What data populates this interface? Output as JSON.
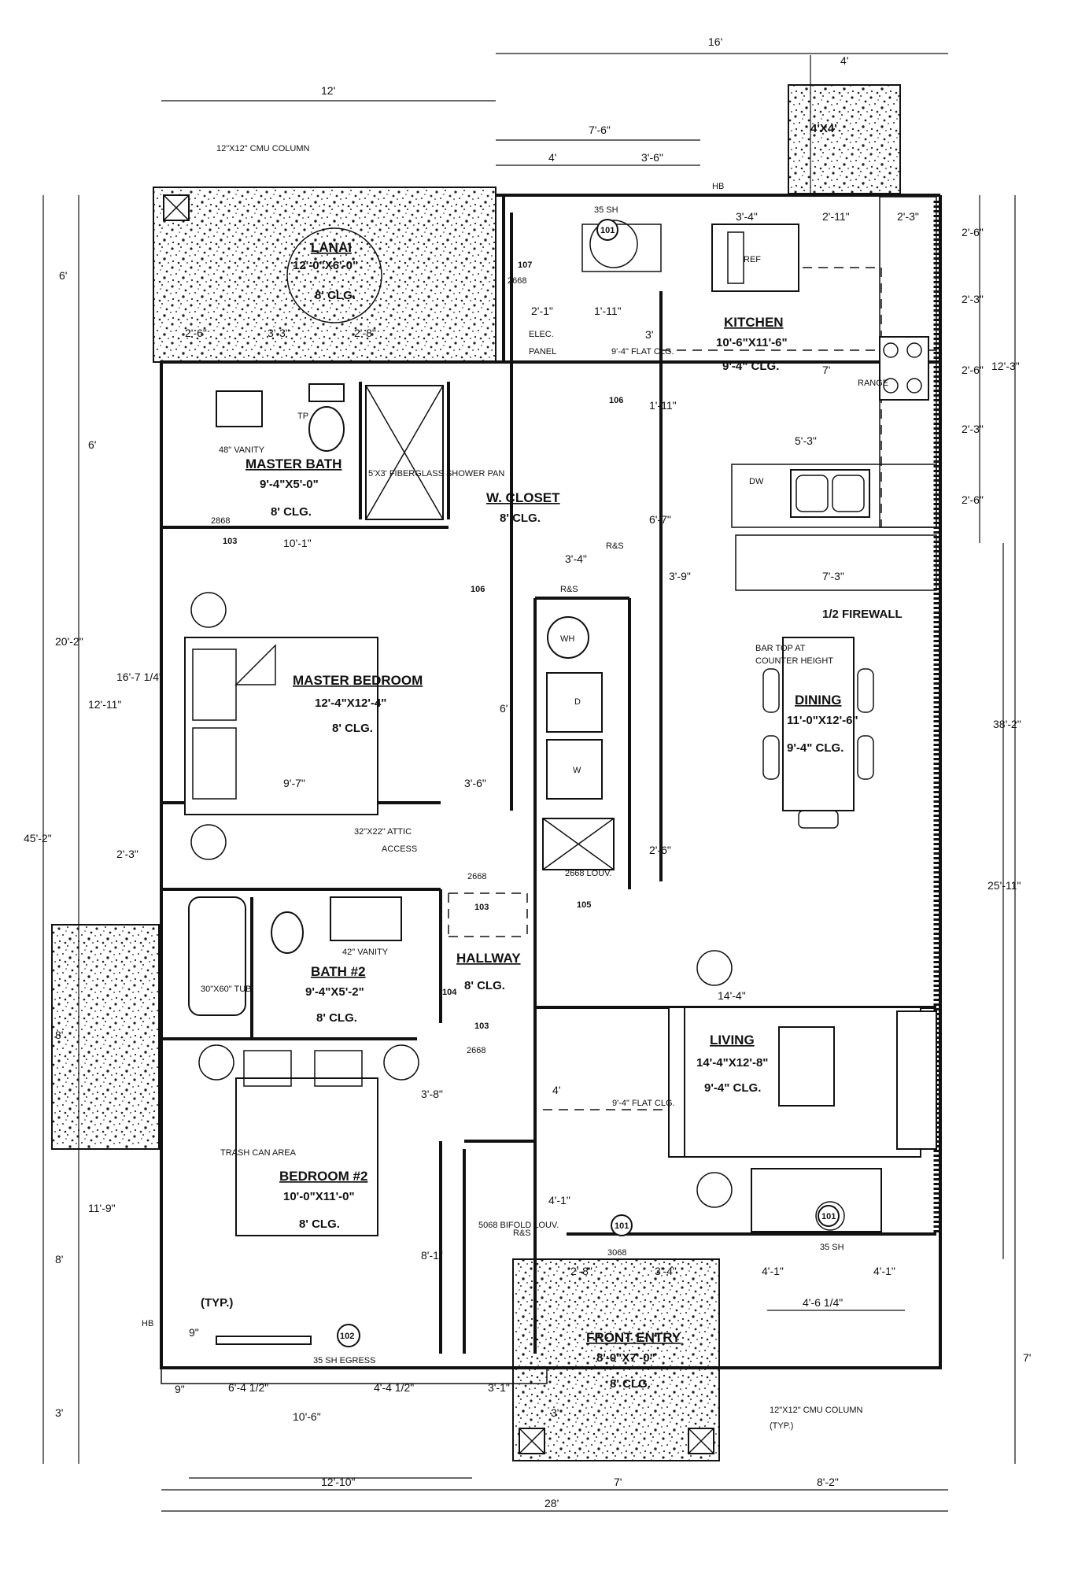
{
  "rooms": {
    "lanai": {
      "name": "LANAI",
      "size": "12'-0\"X6'-0\"",
      "clg": "8' CLG."
    },
    "master_bath": {
      "name": "MASTER BATH",
      "size": "9'-4\"X5'-0\"",
      "clg": "8' CLG."
    },
    "closet": {
      "name": "W. CLOSET",
      "clg": "8' CLG."
    },
    "kitchen": {
      "name": "KITCHEN",
      "size": "10'-6\"X11'-6\"",
      "clg": "9'-4\" CLG."
    },
    "master_bedroom": {
      "name": "MASTER BEDROOM",
      "size": "12'-4\"X12'-4\"",
      "clg": "8' CLG."
    },
    "dining": {
      "name": "DINING",
      "size": "11'-0\"X12'-6\"",
      "clg": "9'-4\" CLG."
    },
    "bath2": {
      "name": "BATH #2",
      "size": "9'-4\"X5'-2\"",
      "clg": "8' CLG."
    },
    "hallway": {
      "name": "HALLWAY",
      "clg": "8' CLG."
    },
    "living": {
      "name": "LIVING",
      "size": "14'-4\"X12'-8\"",
      "clg": "9'-4\" CLG."
    },
    "bedroom2": {
      "name": "BEDROOM #2",
      "size": "10'-0\"X11'-0\"",
      "clg": "8' CLG."
    },
    "front_entry": {
      "name": "FRONT ENTRY",
      "size": "8'-0\"X7'-0\"",
      "clg": "8' CLG."
    },
    "small_pad": {
      "name": "4'X4'"
    }
  },
  "notes": {
    "cmu_top": "12\"X12\" CMU COLUMN",
    "cmu_bottom": "12\"X12\" CMU COLUMN",
    "typ": "(TYP.)",
    "typ2": "(TYP.)",
    "firewall": "1/2 FIREWALL",
    "bar_top": "BAR TOP AT",
    "counter": "COUNTER HEIGHT",
    "attic": "32\"X22\" ATTIC",
    "access": "ACCESS",
    "trash": "TRASH CAN AREA",
    "flat_clg": "9'-4\" FLAT CLG.",
    "flat_clg2": "9'-4\" FLAT CLG.",
    "vanity48": "48\" VANITY",
    "vanity42": "42\" VANITY",
    "tub": "30\"X60\" TUB",
    "elec": "ELEC.",
    "panel": "PANEL",
    "dw": "DW",
    "ref": "REF",
    "range": "RANGE",
    "wh": "WH",
    "d": "D",
    "w": "W",
    "hb": "HB",
    "hb2": "HB",
    "tp": "TP",
    "sh35": "35 SH",
    "sh35b": "35 SH",
    "egress": "35 SH EGRESS",
    "louv": "2668 LOUV.",
    "bifold": "5068 BIFOLD LOUV.",
    "rs1": "R&S",
    "rs2": "R&S",
    "rs3": "R&S",
    "shower": "5'X3' FIBERGLASS SHOWER PAN",
    "door3068": "3068",
    "door2868": "2868",
    "door2668": "2668",
    "door2668b": "2668",
    "door2668c": "2668"
  },
  "tags": {
    "t101a": "101",
    "t101b": "101",
    "t101c": "101",
    "t102": "102",
    "t103a": "103",
    "t103b": "103",
    "t103c": "103",
    "t104": "104",
    "t105": "105",
    "t106a": "106",
    "t106b": "106",
    "t107": "107"
  },
  "dims": {
    "d16": "16'",
    "d4a": "4'",
    "d12": "12'",
    "d7_6": "7'-6\"",
    "d4b": "4'",
    "d3_6a": "3'-6\"",
    "d3_4": "3'-4\"",
    "d2_11": "2'-11\"",
    "d2_3a": "2'-3\"",
    "d2_6a": "2'-6\"",
    "d2_3b": "2'-3\"",
    "d12_3": "12'-3\"",
    "d2_6b": "2'-6\"",
    "d2_3c": "2'-3\"",
    "d2_6c": "2'-6\"",
    "d6a": "6'",
    "d6b": "6'",
    "d20_2": "20'-2\"",
    "d12_11": "12'-11\"",
    "d16_7": "16'-7 1/4\"",
    "d45_2": "45'-2\"",
    "d2_3d": "2'-3\"",
    "d8a": "8'",
    "d11_9": "11'-9\"",
    "d8b": "8'",
    "d3a": "3'",
    "d10_1": "10'-1\"",
    "d2_6d": "2'-6\"",
    "d3_3": "3'-3\"",
    "d2_8": "2'-8\"",
    "d2_1": "2'-1\"",
    "d1_11": "1'-11\"",
    "d3b": "3'",
    "d1_11b": "1'-11\"",
    "d5_3": "5'-3\"",
    "d6_7": "6'-7\"",
    "d3_4b": "3'-4\"",
    "d3_9": "3'-9\"",
    "d7_3": "7'-3\"",
    "d6c": "6'",
    "d9_7": "9'-7\"",
    "d3_6b": "3'-6\"",
    "d2_6e": "2'-6\"",
    "d7b": "7'",
    "d38_2": "38'-2\"",
    "d25_11": "25'-11\"",
    "d14_4": "14'-4\"",
    "d4c": "4'",
    "d4_1a": "4'-1\"",
    "d3_8": "3'-8\"",
    "d8_1": "8'-1\"",
    "d2_8b": "2'-8\"",
    "d3_4c": "3'-4\"",
    "d4_1b": "4'-1\"",
    "d4_1c": "4'-1\"",
    "d4_6": "4'-6 1/4\"",
    "d7c": "7'",
    "d6_4": "6'-4 1/2\"",
    "d4_4": "4'-4 1/2\"",
    "d3_1": "3'-1\"",
    "d10_6": "10'-6\"",
    "d12_10": "12'-10\"",
    "d7d": "7'",
    "d8_2": "8'-2\"",
    "d28": "28'",
    "d9": "9\"",
    "d3c": "3'",
    "d9b": "9\""
  }
}
